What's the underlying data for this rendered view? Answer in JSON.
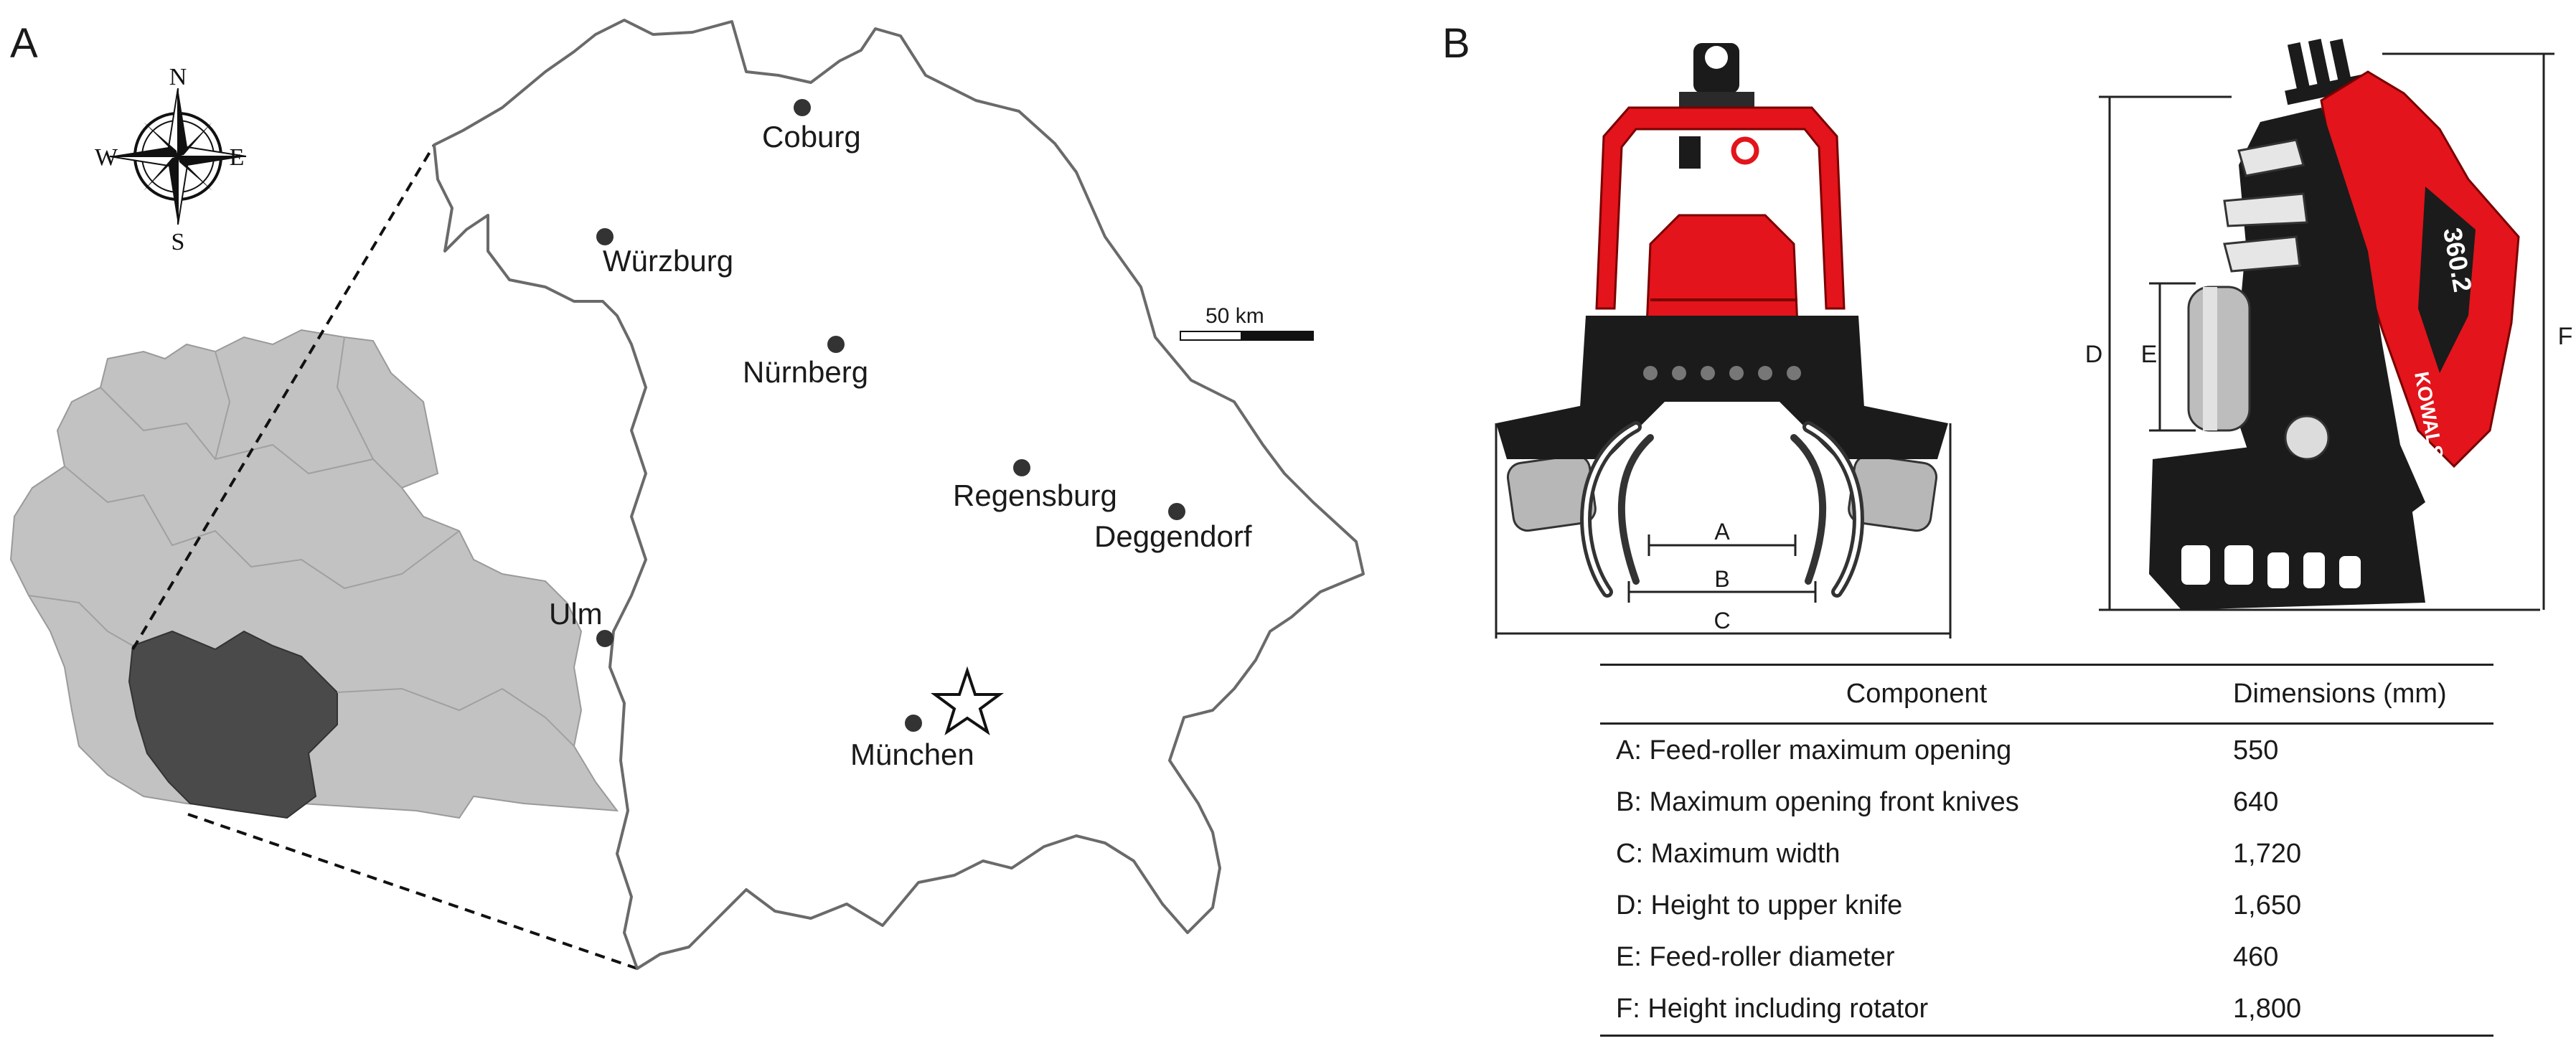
{
  "panels": {
    "a": "A",
    "b": "B"
  },
  "compass": {
    "n": "N",
    "s": "S",
    "e": "E",
    "w": "W"
  },
  "scale_bar": {
    "label": "50 km"
  },
  "cities": [
    {
      "name": "Coburg"
    },
    {
      "name": "Würzburg"
    },
    {
      "name": "Nürnberg"
    },
    {
      "name": "Regensburg"
    },
    {
      "name": "Deggendorf"
    },
    {
      "name": "Ulm"
    },
    {
      "name": "München"
    }
  ],
  "harvester": {
    "front_dims": {
      "a": "A",
      "b": "B",
      "c": "C"
    },
    "side_dims": {
      "d": "D",
      "e": "E",
      "f": "F"
    },
    "model": "360.2",
    "brand": "KOWALSKI"
  },
  "table": {
    "headers": [
      "Component",
      "Dimensions (mm)"
    ],
    "rows": [
      [
        "A: Feed-roller maximum opening",
        "550"
      ],
      [
        "B: Maximum opening front knives",
        "640"
      ],
      [
        "C: Maximum width",
        "1,720"
      ],
      [
        "D: Height to upper knife",
        "1,650"
      ],
      [
        "E: Feed-roller diameter",
        "460"
      ],
      [
        "F: Height including rotator",
        "1,800"
      ]
    ]
  },
  "colors": {
    "bavaria": "#4a4a4a",
    "germany": "#c2c2c2",
    "machine_red": "#e3141b",
    "machine_black": "#1b1b1b",
    "outline": "#555555"
  }
}
